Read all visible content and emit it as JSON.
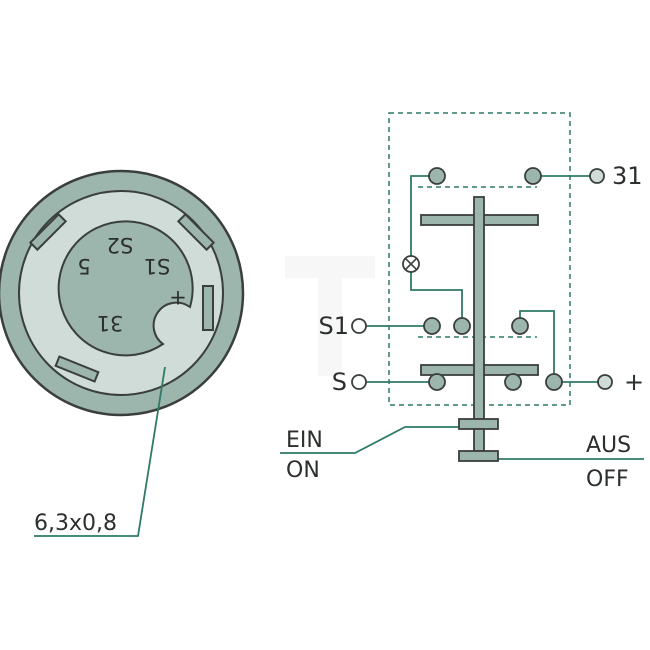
{
  "colors": {
    "green_fill": "#9cb5ad",
    "green_light": "#cfdcd8",
    "green_line": "#2f7a68",
    "outline": "#3a3f3d",
    "text": "#2b2f2d"
  },
  "connector": {
    "face_labels": {
      "t31": "31",
      "s1": "S1",
      "s2": "S2",
      "t5": "5",
      "plus": "+"
    },
    "callout_label": "6,3x0,8"
  },
  "schematic": {
    "terminals": {
      "t31": "31",
      "s1": "S1",
      "s": "S",
      "plus": "+"
    },
    "positions": {
      "on_de": "EIN",
      "on_en": "ON",
      "off_de": "AUS",
      "off_en": "OFF"
    }
  }
}
